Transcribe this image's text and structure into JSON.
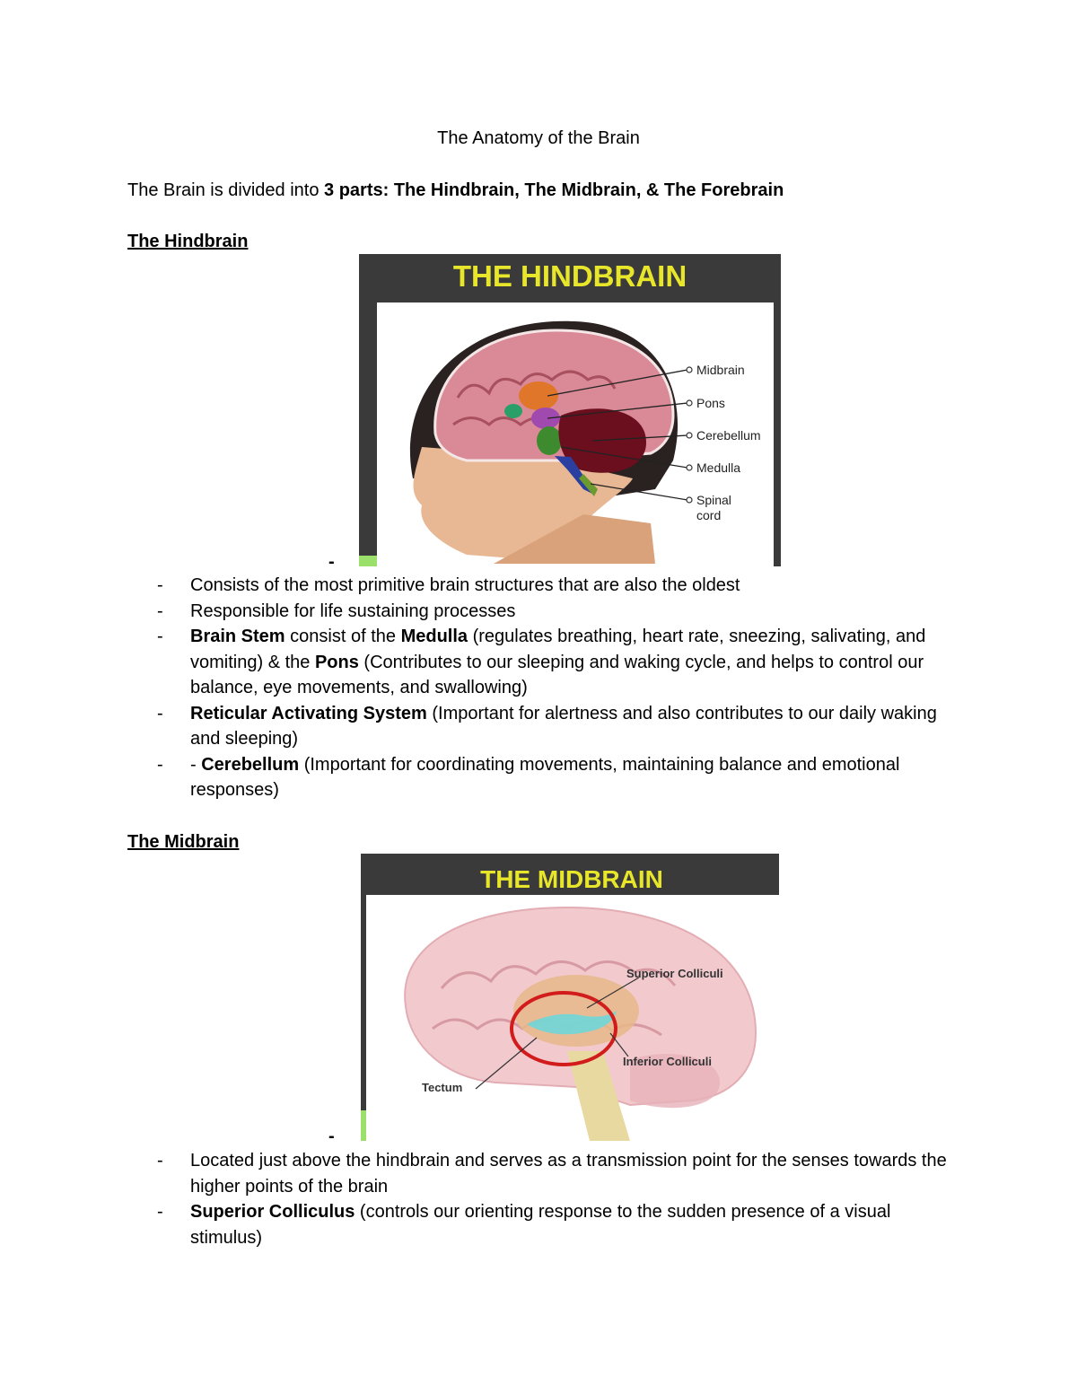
{
  "document": {
    "title": "The Anatomy of the Brain",
    "intro": {
      "prefix": "The Brain is divided into ",
      "bold": "3 parts:  The Hindbrain, The Midbrain, & The Forebrain"
    }
  },
  "hindbrain": {
    "heading": "The Hindbrain",
    "figure": {
      "banner": "THE HINDBRAIN",
      "labels": [
        "Midbrain",
        "Pons",
        "Cerebellum",
        "Medulla",
        "Spinal",
        "cord"
      ]
    },
    "stub_dash": "-",
    "bullets": [
      {
        "dash": "-",
        "text": "Consists of the most primitive brain structures that are also the oldest"
      },
      {
        "dash": "-",
        "text": "Responsible for life sustaining processes"
      },
      {
        "dash": "-",
        "b1": "Brain Stem",
        "t1": " consist of the ",
        "b2": "Medulla",
        "t2": " (regulates breathing, heart rate, sneezing, salivating, and vomiting) & the ",
        "b3": "Pons",
        "t3": " (Contributes to our sleeping and waking cycle, and helps to control our balance, eye movements, and swallowing)"
      },
      {
        "dash": "-",
        "b1": "Reticular Activating System",
        "t1": " (Important for alertness and also contributes to our daily waking and sleeping)"
      },
      {
        "dash": "-",
        "pre": "- ",
        "b1": "Cerebellum",
        "t1": " (Important for coordinating movements, maintaining balance and emotional responses)"
      }
    ]
  },
  "midbrain": {
    "heading": "The Midbrain",
    "figure": {
      "banner": "THE MIDBRAIN",
      "labels": [
        "Superior Colliculi",
        "Inferior Colliculi",
        "Tectum"
      ]
    },
    "stub_dash": "-",
    "bullets": [
      {
        "dash": "-",
        "text": "Located just above the hindbrain and serves as a transmission point for the senses towards the higher points of the brain"
      },
      {
        "dash": "-",
        "b1": "Superior Colliculus",
        "t1": " (controls our orienting response to the sudden presence of a visual stimulus)"
      }
    ]
  },
  "colors": {
    "banner_bg": "#3a3a3a",
    "banner_text": "#e8e62a",
    "brain_pink": "#d98a96",
    "cerebellum": "#6b0f1e",
    "circle_red": "#d21b1b",
    "tectum_cyan": "#6fd6d8"
  }
}
